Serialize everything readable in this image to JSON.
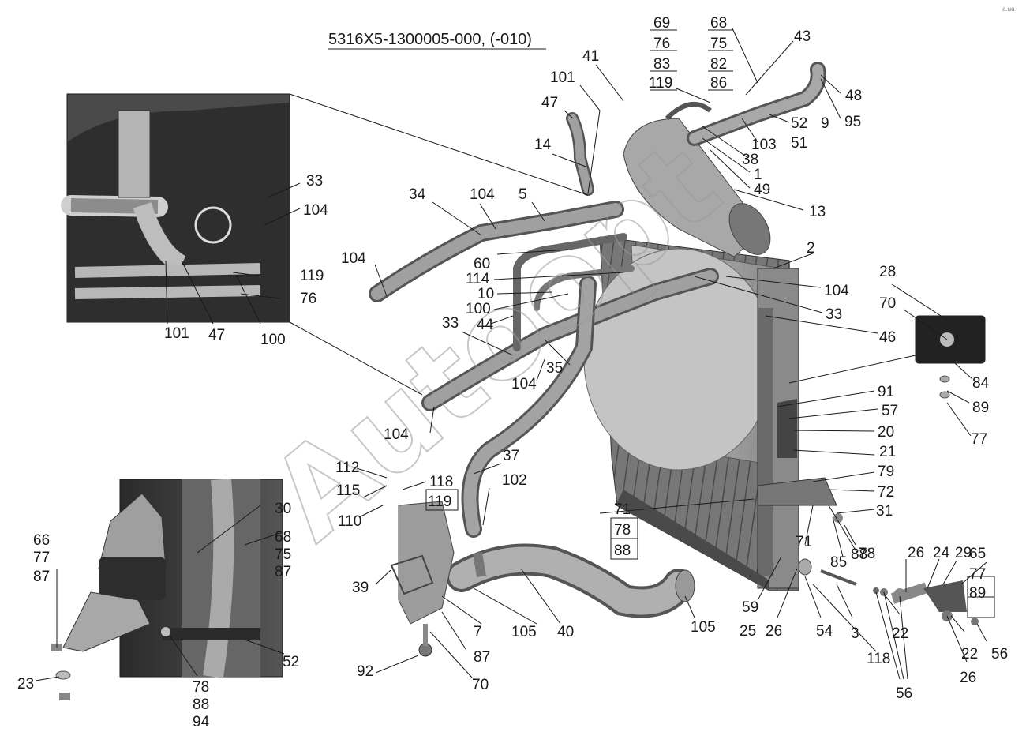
{
  "drawing_number": "5316Х5-1300005-000, (-010)",
  "watermark": "Autoopt",
  "corner_mark": "a.ua",
  "callouts": [
    "69",
    "76",
    "83",
    "119",
    "68",
    "75",
    "82",
    "86",
    "43",
    "41",
    "101",
    "47",
    "48",
    "52",
    "9",
    "95",
    "103",
    "51",
    "38",
    "1",
    "49",
    "14",
    "13",
    "34",
    "104",
    "5",
    "2",
    "60",
    "104",
    "114",
    "10",
    "100",
    "44",
    "104",
    "33",
    "33",
    "28",
    "70",
    "46",
    "35",
    "84",
    "104",
    "89",
    "91",
    "57",
    "77",
    "104",
    "20",
    "21",
    "37",
    "112",
    "118",
    "119",
    "115",
    "102",
    "110",
    "79",
    "72",
    "71",
    "78",
    "88",
    "31",
    "71",
    "88",
    "78",
    "85",
    "66",
    "77",
    "87",
    "30",
    "68",
    "75",
    "87",
    "39",
    "26",
    "24",
    "29",
    "65",
    "77",
    "89",
    "7",
    "105",
    "40",
    "105",
    "59",
    "25",
    "26",
    "54",
    "3",
    "22",
    "22",
    "56",
    "87",
    "118",
    "26",
    "52",
    "78",
    "88",
    "94",
    "23",
    "92",
    "70",
    "56",
    "33",
    "104",
    "119",
    "76",
    "101",
    "47",
    "100"
  ]
}
